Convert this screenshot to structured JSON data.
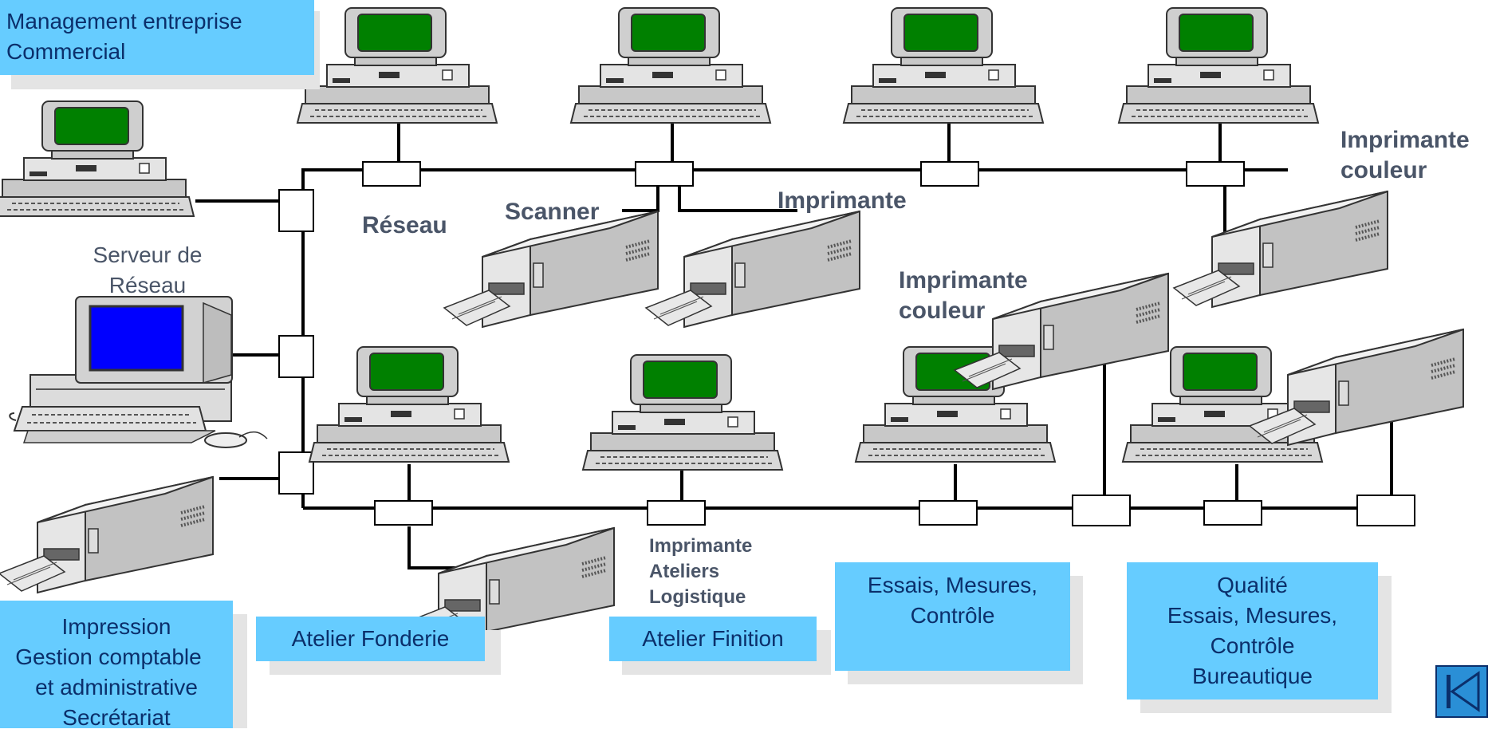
{
  "boxes": {
    "management": [
      "Management entreprise",
      "Commercial"
    ],
    "impression": [
      "Impression",
      "Gestion comptable",
      "et administrative",
      "Secrétariat"
    ],
    "fonderie": "Atelier Fonderie",
    "finition": "Atelier Finition",
    "essais": [
      "Essais, Mesures,",
      "Contrôle"
    ],
    "qualite": [
      "Qualité",
      "Essais, Mesures,",
      "Contrôle",
      "Bureautique"
    ]
  },
  "labels": {
    "reseau": "Réseau",
    "serveur": [
      "Serveur de",
      "Réseau"
    ],
    "scanner": "Scanner",
    "imprimante": "Imprimante",
    "imprimante_couleur_mid": [
      "Imprimante",
      "couleur"
    ],
    "imprimante_couleur_right": [
      "Imprimante",
      "couleur"
    ],
    "imprimante_ateliers": [
      "Imprimante",
      "Ateliers",
      "Logistique"
    ]
  },
  "colors": {
    "box_fill": "#66ccff",
    "box_text": "#0b2f6b",
    "screen_green": "#008000",
    "server_screen": "#0000ff",
    "line": "#000000"
  },
  "icons": {
    "workstation": "desktop-computer-icon",
    "printer": "laser-printer-icon",
    "server": "server-computer-icon",
    "nav": "first-slide-icon"
  }
}
